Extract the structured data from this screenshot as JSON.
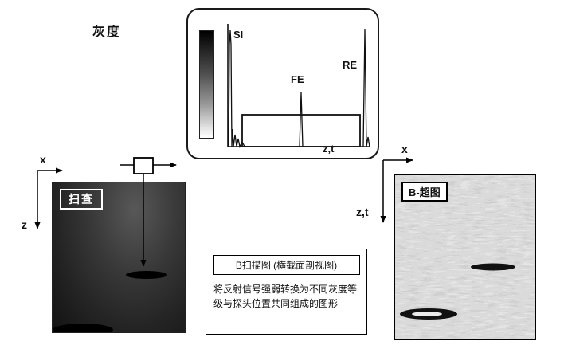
{
  "grayscale_label": "灰度",
  "ascan": {
    "label_si": "SI",
    "label_fe": "FE",
    "label_re": "RE",
    "axis_label": "z,t"
  },
  "left_axes": {
    "x": "x",
    "z": "z"
  },
  "right_axes": {
    "x": "x",
    "zt": "z,t"
  },
  "scan_image": {
    "label": "扫查"
  },
  "bscan_image": {
    "label": "B-超图"
  },
  "infobox": {
    "title": "B扫描图 (横截面剖视图)",
    "body": "将反射信号强弱转换为不同灰度等级与探头位置共同组成的图形"
  },
  "colors": {
    "line": "#111111",
    "background": "#ffffff",
    "scan_image_dark": "#2b2b2b",
    "bscan_base": "#cccccc"
  }
}
